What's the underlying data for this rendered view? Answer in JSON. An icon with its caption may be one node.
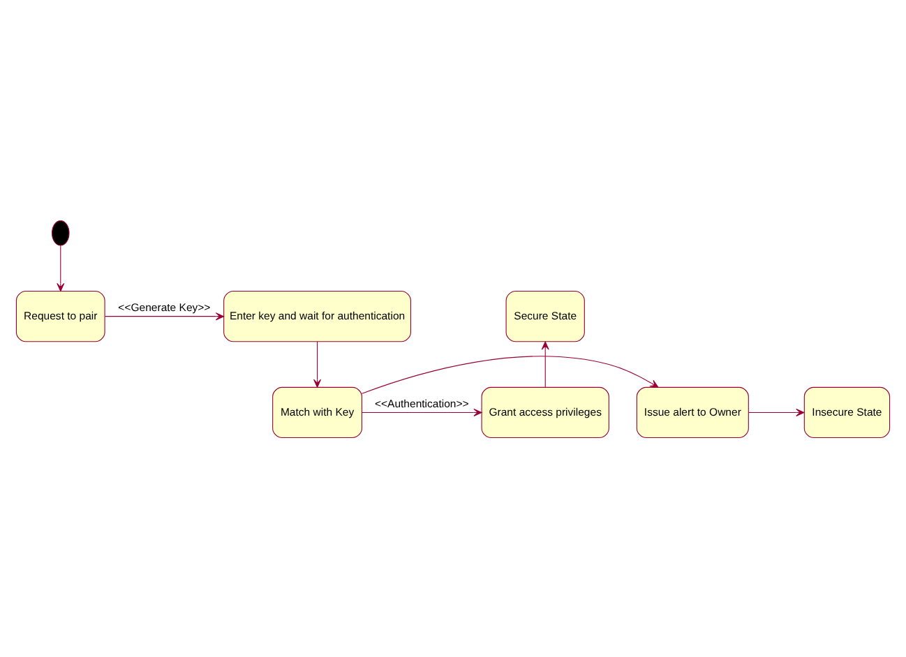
{
  "diagram": {
    "nodes": [
      {
        "text": [],
        "shape": "circle"
      },
      {
        "text": [
          "Request to pair"
        ]
      },
      {
        "text": [
          "Enter key and wait for authentication"
        ]
      },
      {
        "text": [
          "Secure State"
        ]
      },
      {
        "text": [
          "Insecure State"
        ]
      },
      {
        "text": [
          "Issue alert to Owner"
        ]
      },
      {
        "text": [
          "Match with Key"
        ]
      },
      {
        "text": [
          "Grant access privileges"
        ]
      }
    ],
    "edges": [
      {
        "from": 0,
        "to": 1,
        "arrow": "to"
      },
      {
        "from": 1,
        "to": 2,
        "arrow": "to",
        "label": "<<Generate Key>>"
      },
      {
        "from": 2,
        "to": 6,
        "arrow": "to"
      },
      {
        "from": 6,
        "to": 7,
        "arrow": "to",
        "label": "<<Authentication>>"
      },
      {
        "from": 7,
        "to": 3,
        "arrow": "to"
      },
      {
        "from": 6,
        "to": 5,
        "arrow": "to"
      },
      {
        "from": 5,
        "to": 4,
        "arrow": "to"
      }
    ]
  }
}
